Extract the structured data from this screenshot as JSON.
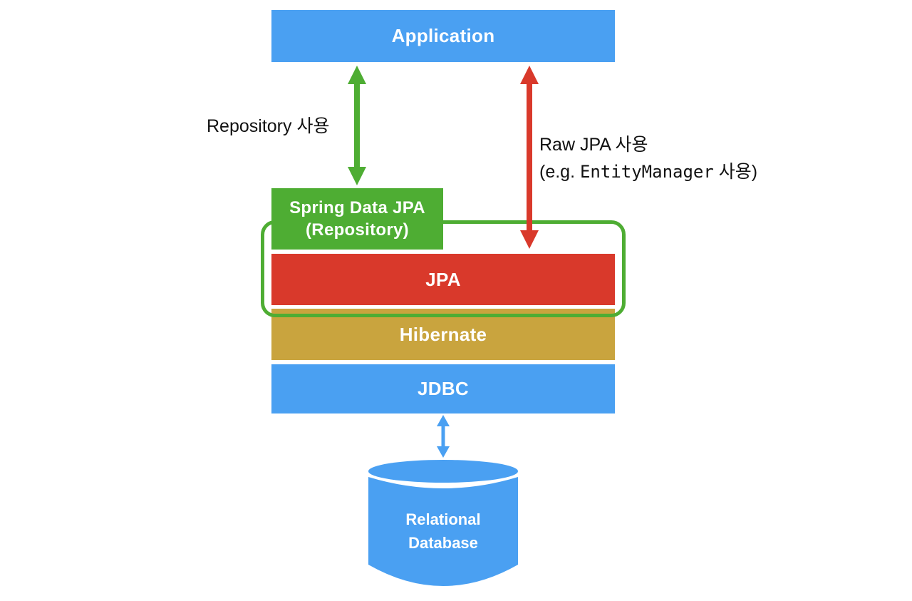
{
  "colors": {
    "blue": "#4aa0f2",
    "green": "#4ead33",
    "red": "#d9392b",
    "gold": "#c9a43e",
    "white": "#ffffff",
    "label_text": "#111111"
  },
  "layers": {
    "application": "Application",
    "spring_data_jpa": {
      "line1": "Spring Data JPA",
      "line2": "(Repository)"
    },
    "jpa": "JPA",
    "hibernate": "Hibernate",
    "jdbc": "JDBC",
    "database": {
      "line1": "Relational",
      "line2": "Database"
    }
  },
  "annotations": {
    "repository_usage": "Repository 사용",
    "raw_jpa": {
      "line1": "Raw JPA 사용",
      "line2_prefix": "(e.g. ",
      "line2_code": "EntityManager",
      "line2_suffix": " 사용)"
    }
  }
}
